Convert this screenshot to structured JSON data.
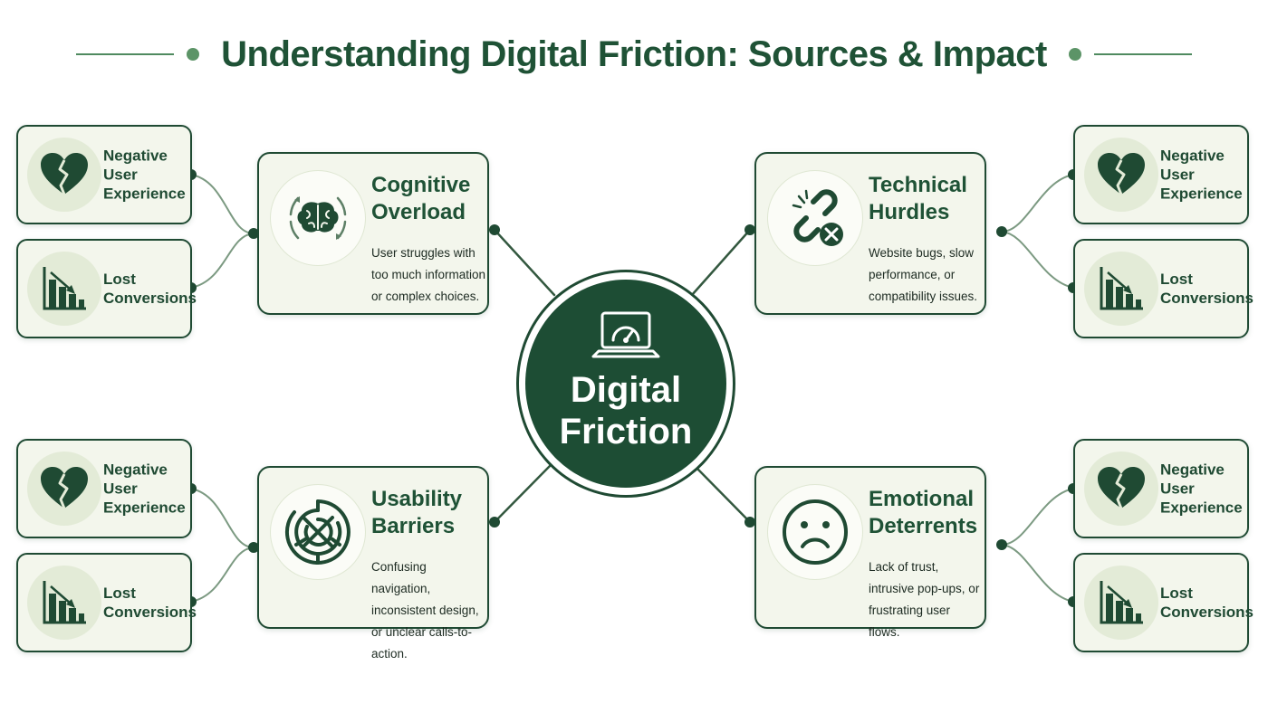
{
  "title": "Understanding Digital Friction: Sources & Impact",
  "center": {
    "line1": "Digital",
    "line2": "Friction",
    "icon": "laptop-speedometer-icon"
  },
  "sources": [
    {
      "title": "Cognitive Overload",
      "description": "User struggles with too much information or complex choices.",
      "icon": "brain-icon"
    },
    {
      "title": "Technical Hurdles",
      "description": "Website bugs, slow performance, or compatibility issues.",
      "icon": "broken-link-icon"
    },
    {
      "title": "Usability Barriers",
      "description": "Confusing navigation, inconsistent design, or unclear calls-to-action.",
      "icon": "maze-icon"
    },
    {
      "title": "Emotional Deterrents",
      "description": "Lack of trust, intrusive pop-ups, or frustrating user flows.",
      "icon": "sad-face-icon"
    }
  ],
  "impacts": {
    "negative": "Negative User Experience",
    "lost": "Lost Conversions",
    "negative_icon": "broken-heart-icon",
    "lost_icon": "declining-chart-icon"
  },
  "colors": {
    "primary": "#1d4d34",
    "title": "#1f5236",
    "card_bg": "#f3f6ec",
    "icon_bg": "#e3ebd7",
    "accent": "#5c9467"
  }
}
